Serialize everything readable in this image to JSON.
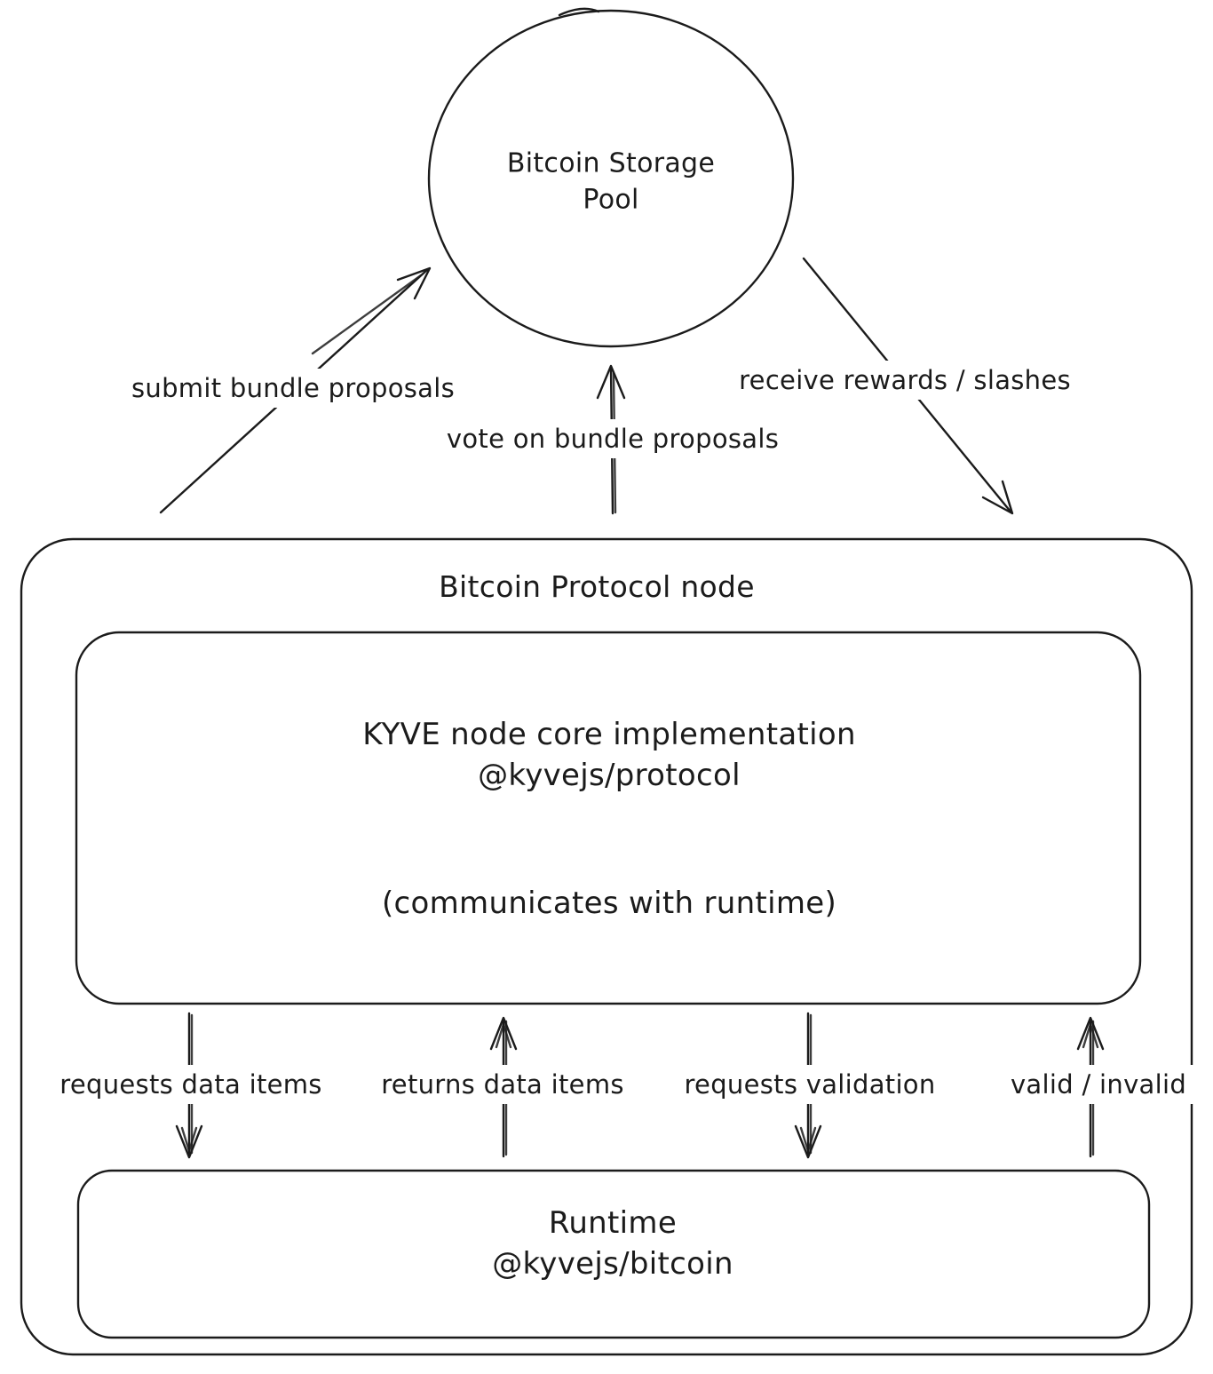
{
  "colors": {
    "stroke": "#1b1b1b",
    "text": "#1b1b1b",
    "background": "#ffffff"
  },
  "nodes": {
    "storage_pool": {
      "line1": "Bitcoin Storage",
      "line2": "Pool"
    },
    "protocol_node": {
      "title": "Bitcoin Protocol node"
    },
    "core": {
      "line1": "KYVE node core implementation",
      "line2": "@kyvejs/protocol",
      "note": "(communicates with runtime)"
    },
    "runtime": {
      "line1": "Runtime",
      "line2": "@kyvejs/bitcoin"
    }
  },
  "edges": {
    "submit": {
      "label": "submit bundle proposals"
    },
    "vote": {
      "label": "vote on bundle proposals"
    },
    "rewards": {
      "label": "receive rewards / slashes"
    },
    "requests_data": {
      "label": "requests data items"
    },
    "returns_data": {
      "label": "returns data items"
    },
    "requests_validation": {
      "label": "requests validation"
    },
    "valid_invalid": {
      "label": "valid / invalid"
    }
  }
}
